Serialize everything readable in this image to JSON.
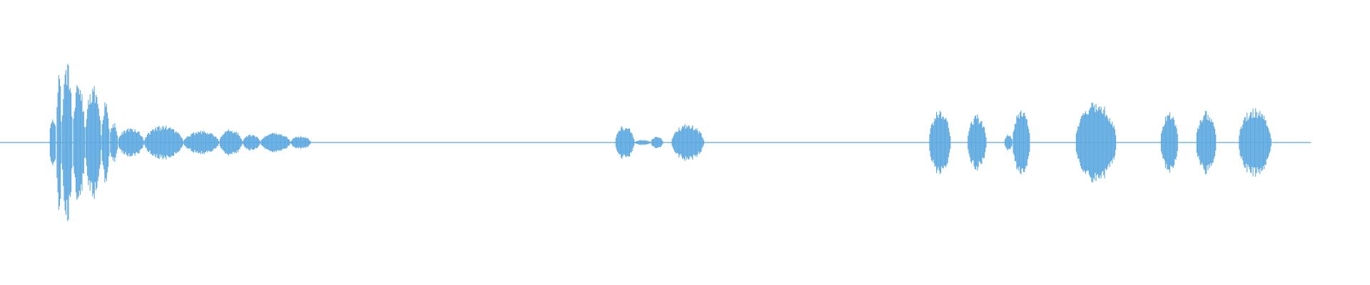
{
  "waveform": {
    "color": "#5DA9E1",
    "duration_fraction_visible": 0.957,
    "segments": [
      {
        "start": 0.0,
        "end": 0.036,
        "amplitude": 0.0
      },
      {
        "start": 0.036,
        "end": 0.041,
        "amplitude": 0.35
      },
      {
        "start": 0.041,
        "end": 0.045,
        "amplitude": 0.85
      },
      {
        "start": 0.045,
        "end": 0.053,
        "amplitude": 0.95
      },
      {
        "start": 0.053,
        "end": 0.062,
        "amplitude": 0.72
      },
      {
        "start": 0.062,
        "end": 0.074,
        "amplitude": 0.68
      },
      {
        "start": 0.074,
        "end": 0.08,
        "amplitude": 0.48
      },
      {
        "start": 0.08,
        "end": 0.086,
        "amplitude": 0.24
      },
      {
        "start": 0.086,
        "end": 0.105,
        "amplitude": 0.18
      },
      {
        "start": 0.105,
        "end": 0.134,
        "amplitude": 0.2
      },
      {
        "start": 0.134,
        "end": 0.16,
        "amplitude": 0.14
      },
      {
        "start": 0.16,
        "end": 0.177,
        "amplitude": 0.16
      },
      {
        "start": 0.177,
        "end": 0.19,
        "amplitude": 0.1
      },
      {
        "start": 0.19,
        "end": 0.212,
        "amplitude": 0.12
      },
      {
        "start": 0.212,
        "end": 0.227,
        "amplitude": 0.08
      },
      {
        "start": 0.449,
        "end": 0.463,
        "amplitude": 0.2
      },
      {
        "start": 0.463,
        "end": 0.475,
        "amplitude": 0.03
      },
      {
        "start": 0.475,
        "end": 0.484,
        "amplitude": 0.08
      },
      {
        "start": 0.49,
        "end": 0.514,
        "amplitude": 0.22
      },
      {
        "start": 0.678,
        "end": 0.694,
        "amplitude": 0.38
      },
      {
        "start": 0.706,
        "end": 0.72,
        "amplitude": 0.33
      },
      {
        "start": 0.733,
        "end": 0.739,
        "amplitude": 0.1
      },
      {
        "start": 0.739,
        "end": 0.752,
        "amplitude": 0.4
      },
      {
        "start": 0.785,
        "end": 0.815,
        "amplitude": 0.5
      },
      {
        "start": 0.847,
        "end": 0.86,
        "amplitude": 0.36
      },
      {
        "start": 0.873,
        "end": 0.888,
        "amplitude": 0.38
      },
      {
        "start": 0.904,
        "end": 0.928,
        "amplitude": 0.42
      }
    ]
  }
}
